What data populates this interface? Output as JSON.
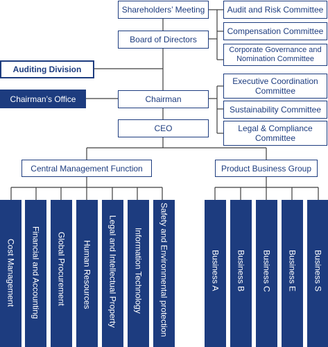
{
  "governance": {
    "shareholders": "Shareholders’ Meeting",
    "board": "Board of Directors",
    "chairman": "Chairman",
    "ceo": "CEO",
    "auditing_division": "Auditing Division",
    "chairmans_office": "Chairman’s Office"
  },
  "board_committees": [
    "Audit and Risk Committee",
    "Compensation Committee",
    "Corporate Governance and Nomination Committee"
  ],
  "chairman_committees": [
    "Executive Coordination Committee",
    "Sustainability Committee",
    "Legal & Compliance Committee"
  ],
  "groups": {
    "central": "Central Management Function",
    "product": "Product Business Group"
  },
  "central_functions": [
    "Cost Management",
    "Financial and Accounting",
    "Global Procurement",
    "Human Resources",
    "Legal and Intellectual Property",
    "Information Technology",
    "Safety and Environmental protection"
  ],
  "businesses": [
    "Business A",
    "Business B",
    "Business C",
    "Business E",
    "Business S"
  ],
  "colors": {
    "navy": "#1d3c7f",
    "line": "#3d3d3d"
  }
}
